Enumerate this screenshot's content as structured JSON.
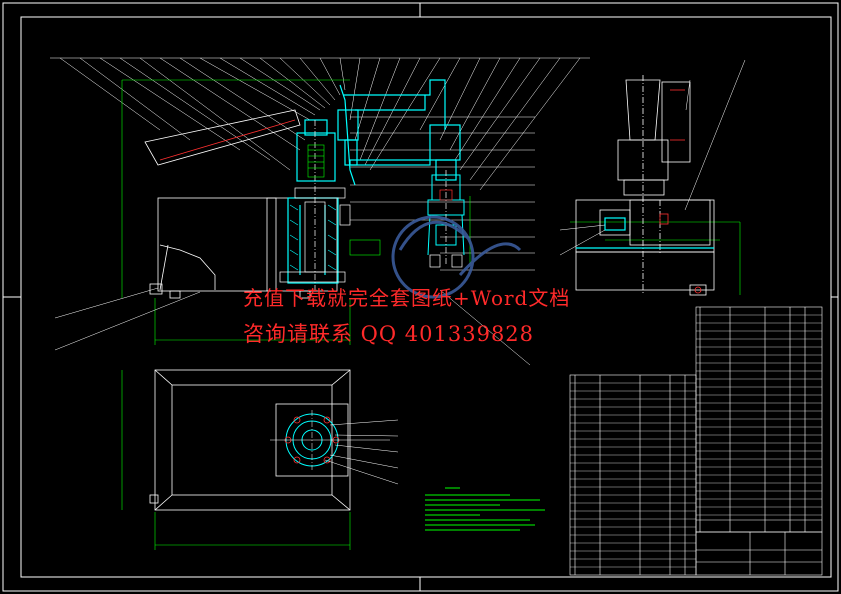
{
  "watermark": {
    "line1": "充值下载就完全套图纸+Word文档",
    "line2": "咨询请联系 QQ 401339828"
  },
  "colors": {
    "background": "#000000",
    "frame": "#ffffff",
    "part_outline": "#ffffff",
    "section_cyan": "#00ffff",
    "dimension_green": "#00ff00",
    "hatch_red": "#ff3030",
    "watermark_red": "#ff2a2a",
    "logo_blue": "#3a5a9a"
  },
  "views": [
    {
      "name": "front-view"
    },
    {
      "name": "top-view"
    },
    {
      "name": "side-view"
    }
  ],
  "title_block": {
    "name": "title-block"
  },
  "parts_list": {
    "name": "parts-list"
  },
  "technical_requirements": {
    "name": "technical-requirements"
  }
}
